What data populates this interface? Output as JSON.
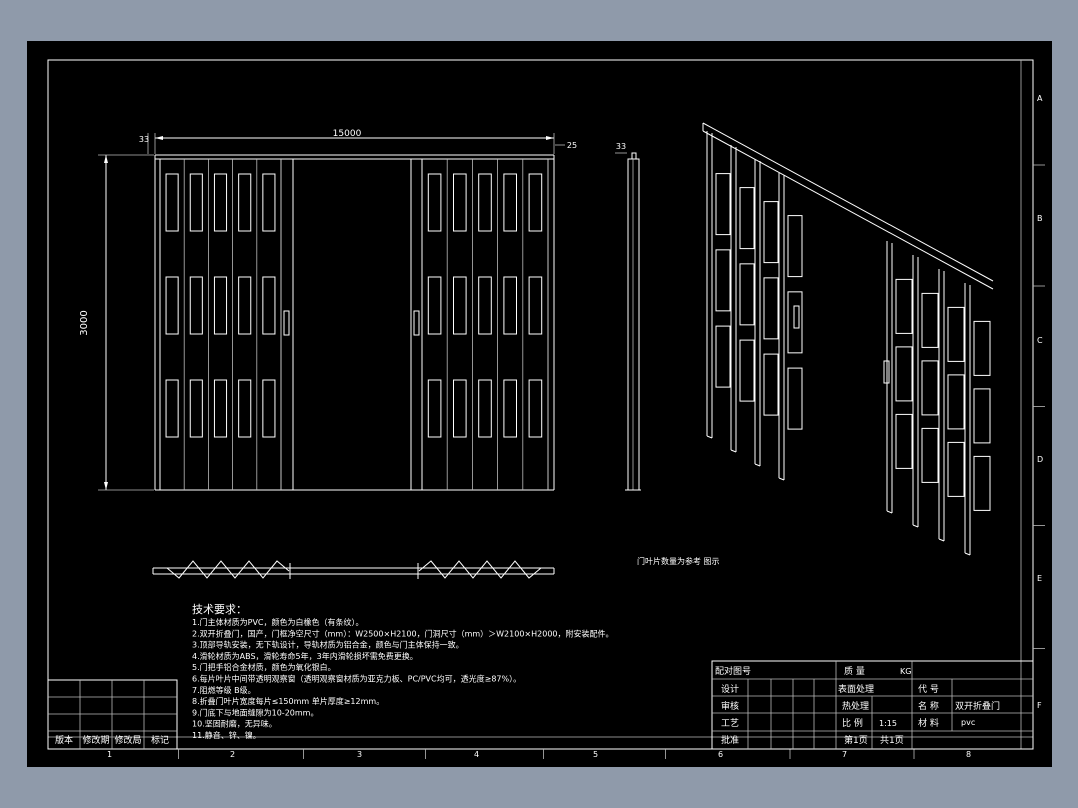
{
  "drawing": {
    "dims": {
      "width_total": "15000",
      "height_total": "3000",
      "left_offset": "33",
      "right_offset": "25",
      "side_thickness": "33"
    },
    "note_right": "门叶片数量为参考 图示",
    "tech_requirements": {
      "title": "技术要求：",
      "items": [
        "1.门主体材质为PVC，颜色为白橡色（有条纹）。",
        "2.双开折叠门，国产，门框净空尺寸（mm）：W2500×H2100，门洞尺寸（mm）＞W2100×H2000，附安装配件。",
        "3.顶部导轨安装，无下轨设计，导轨材质为铝合金，颜色与门主体保持一致。",
        "4.滑轮材质为ABS，滑轮寿命5年，3年内滑轮损坏需免费更换。",
        "5.门把手铝合金材质，颜色为氧化银白。",
        "6.每片叶片中间带透明观察窗（透明观察窗材质为亚克力板、PC/PVC均可，透光度≥87%）。",
        "7.阻燃等级 B级。",
        "8.折叠门叶片宽度每片≤150mm 单片厚度≥12mm。",
        "9.门底下与地面缝隙为10-20mm。",
        "10.坚固耐磨，无异味。",
        "11.静音、锌、镍。"
      ]
    }
  },
  "border": {
    "rows": [
      "A",
      "B",
      "C",
      "D",
      "E",
      "F"
    ],
    "cols": [
      "1",
      "2",
      "3",
      "4",
      "5",
      "6",
      "7",
      "8"
    ]
  },
  "revision_table": {
    "headers": [
      "版本",
      "修改期",
      "修改局",
      "标记"
    ]
  },
  "title_block": {
    "ref_drawing": "配对图号",
    "mass_label": "质 量",
    "mass_unit": "KG",
    "design": "设计",
    "surface": "表面处理",
    "code_label": "代 号",
    "review": "审核",
    "heat": "热处理",
    "name_label": "名 称",
    "name_value": "双开折叠门",
    "process": "工艺",
    "scale_label": "比 例",
    "scale_value": "1:15",
    "material_label": "材 料",
    "material_value": "pvc",
    "approve": "批准",
    "page": "第1页",
    "total": "共1页"
  }
}
